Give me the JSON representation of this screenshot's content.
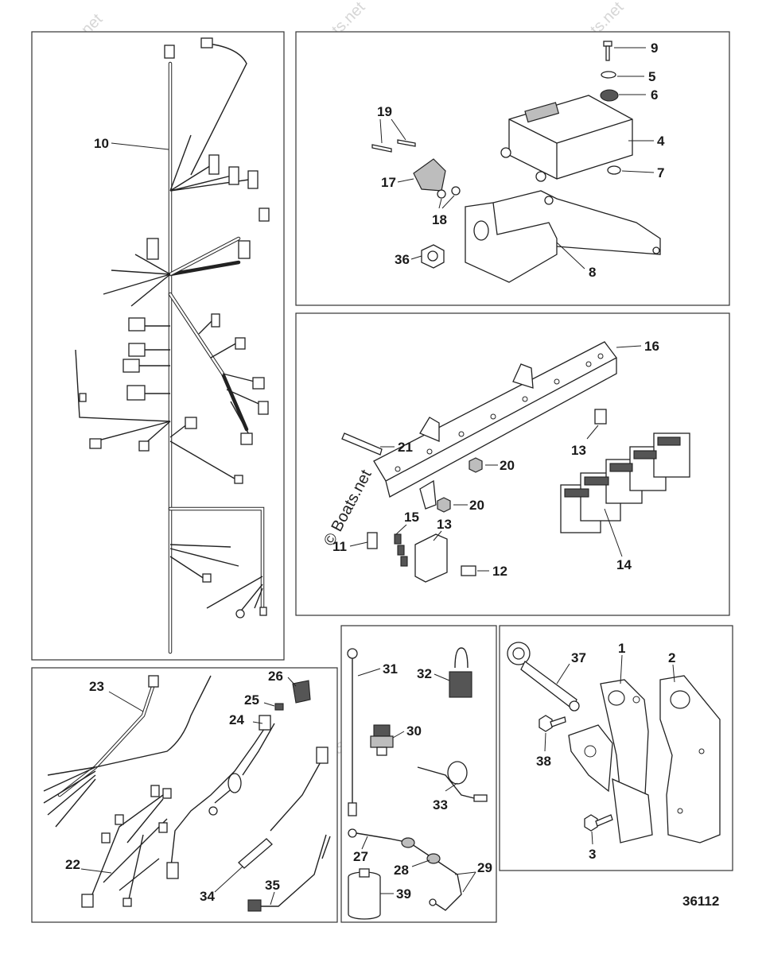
{
  "diagram_id": "36112",
  "watermark": {
    "text": "Boats.net",
    "copyright": "©",
    "center_text": "© Boats.net"
  },
  "panels": {
    "harness_main": {
      "labels": [
        "10"
      ]
    },
    "ecm": {
      "labels": [
        "9",
        "5",
        "6",
        "4",
        "7",
        "19",
        "17",
        "18",
        "8",
        "36"
      ]
    },
    "relay_bracket": {
      "labels": [
        "16",
        "21",
        "20",
        "20",
        "13",
        "11",
        "15",
        "13",
        "12",
        "14"
      ]
    },
    "harness_lower": {
      "labels": [
        "23",
        "26",
        "25",
        "24",
        "22",
        "34",
        "35"
      ]
    },
    "sensors": {
      "labels": [
        "31",
        "32",
        "30",
        "33",
        "27",
        "28",
        "29",
        "39"
      ]
    },
    "brackets": {
      "labels": [
        "37",
        "1",
        "2",
        "38",
        "3"
      ]
    }
  },
  "callouts": {
    "c10": "10",
    "c9": "9",
    "c5": "5",
    "c6": "6",
    "c4": "4",
    "c7": "7",
    "c19": "19",
    "c17": "17",
    "c18": "18",
    "c8": "8",
    "c36": "36",
    "c16": "16",
    "c21": "21",
    "c20a": "20",
    "c20b": "20",
    "c13a": "13",
    "c11": "11",
    "c15": "15",
    "c13b": "13",
    "c12": "12",
    "c14": "14",
    "c23": "23",
    "c26": "26",
    "c25": "25",
    "c24": "24",
    "c22": "22",
    "c34": "34",
    "c35": "35",
    "c31": "31",
    "c32": "32",
    "c30": "30",
    "c33": "33",
    "c27": "27",
    "c28": "28",
    "c29": "29",
    "c39": "39",
    "c37": "37",
    "c1": "1",
    "c2": "2",
    "c38": "38",
    "c3": "3"
  }
}
